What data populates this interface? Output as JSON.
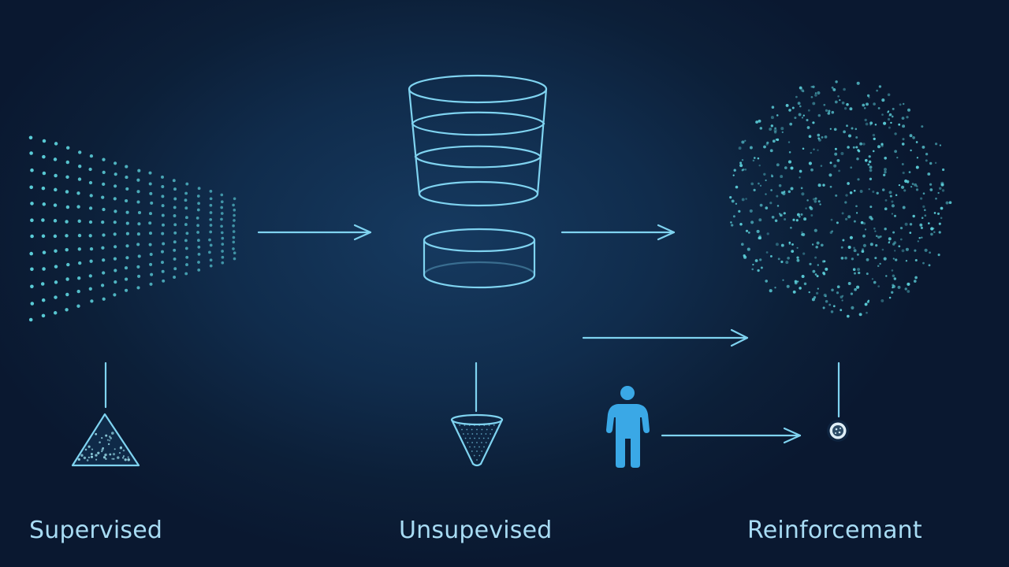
{
  "labels": {
    "supervised": "Supervised",
    "unsupervised": "Unsupevised",
    "reinforcement": "Reinforcemant"
  },
  "colors": {
    "background": "#0c1f38",
    "line": "#7fd3f0",
    "dots": "#5fd6e0",
    "label_text": "#a8dcf4",
    "person": "#3aa8e6"
  },
  "icons": {
    "supervised_source": "dot-fan",
    "supervised_output": "triangle-icon",
    "unsupervised_source": "stacked-cylinder",
    "unsupervised_output": "funnel-icon",
    "reinforcement_source": "dot-cloud",
    "reinforcement_agent": "person-icon",
    "reinforcement_target": "target-node-icon"
  }
}
